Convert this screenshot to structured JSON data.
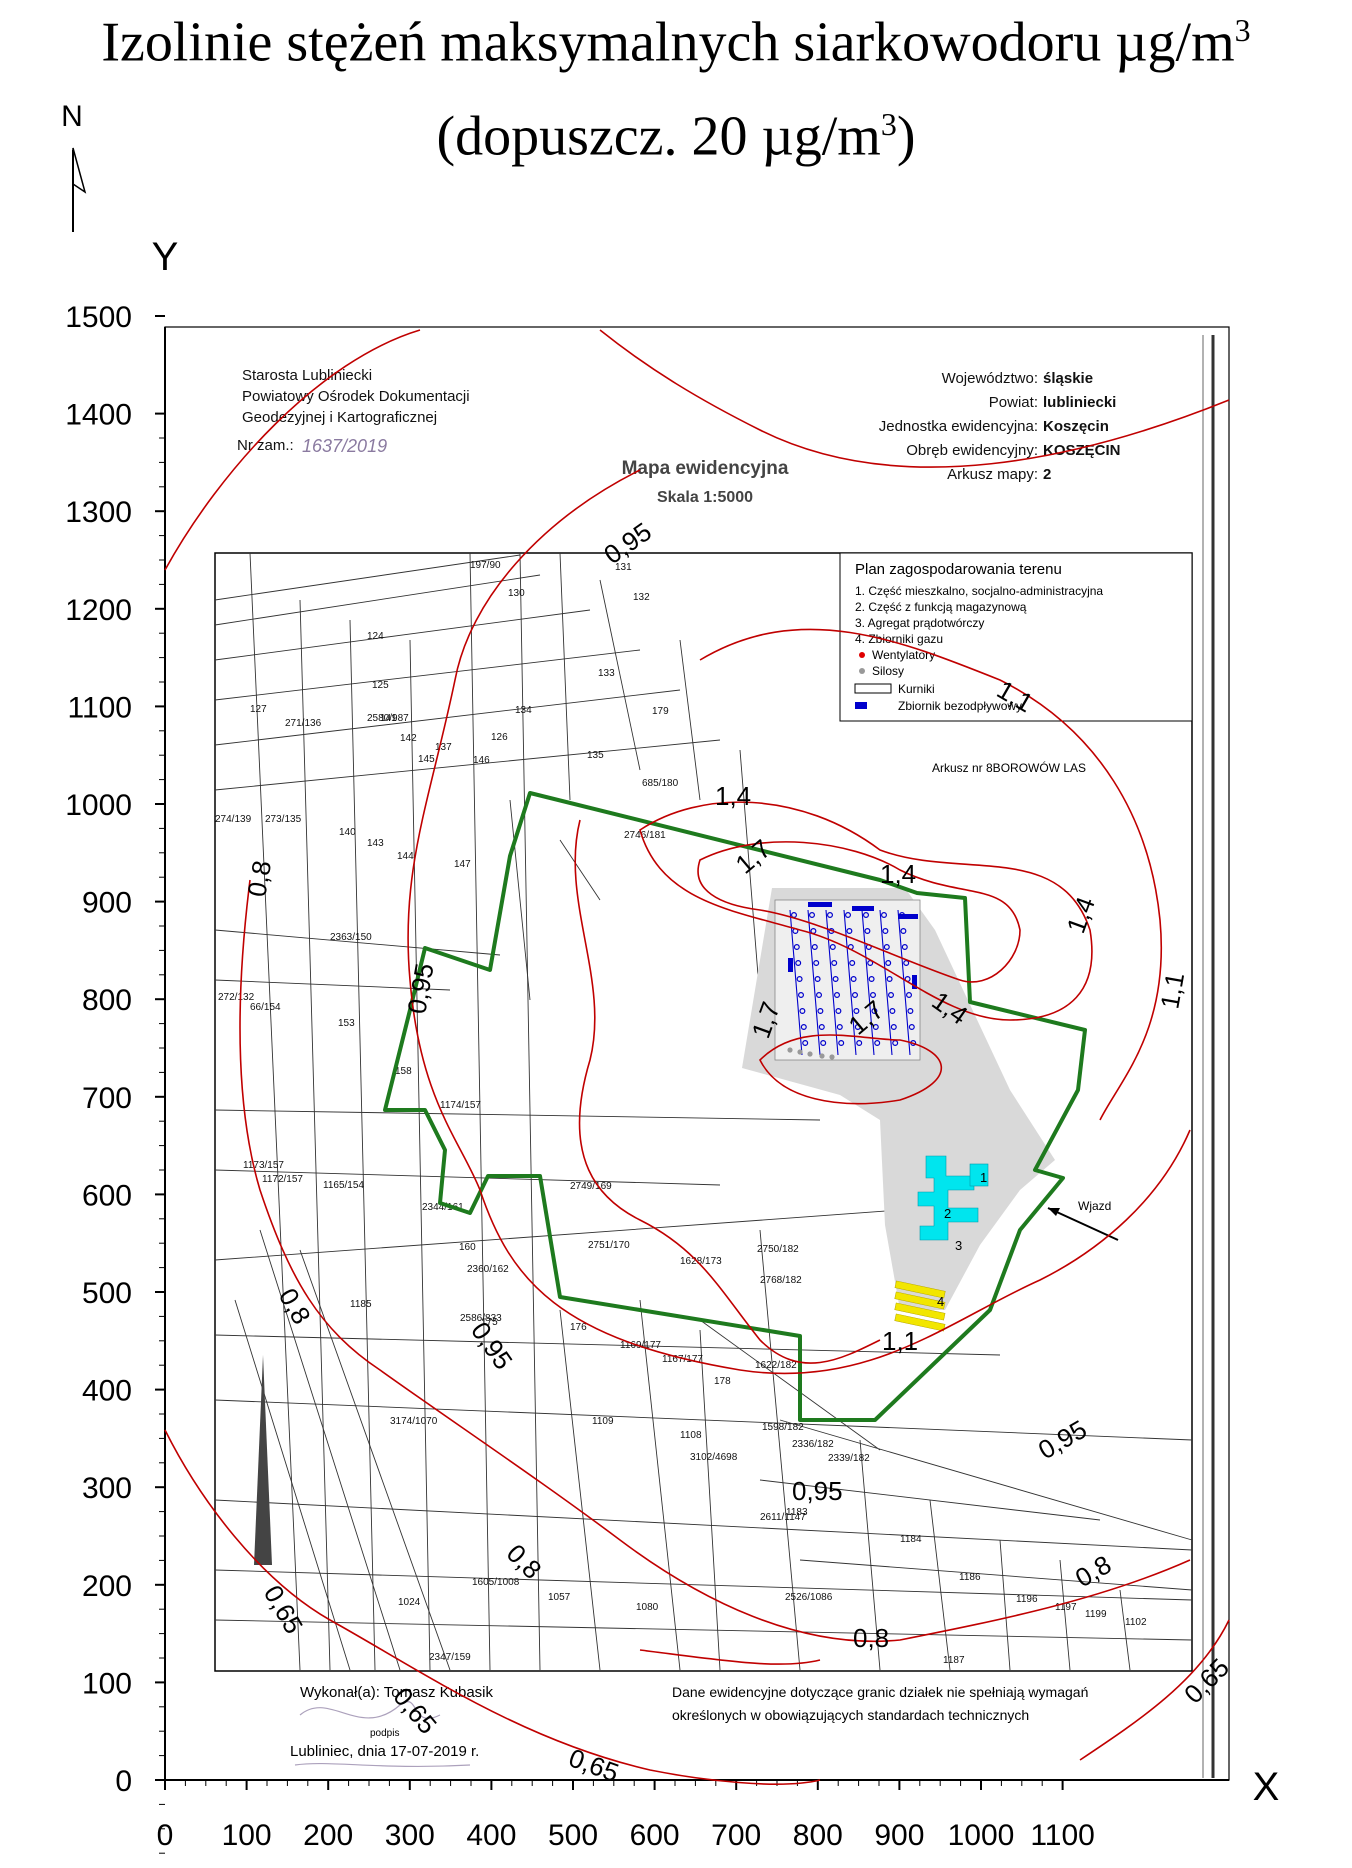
{
  "title_line1": "Izolinie stężeń maksymalnych siarkowodoru µg/m",
  "title_line1_sup": "3",
  "title_line2_a": "(dopuszcz. 20 µg/m",
  "title_line2_sup": "3",
  "title_line2_b": ")",
  "north_label": "N",
  "axis_y_label": "Y",
  "axis_x_label": "X",
  "x_ticks": [
    "0",
    "100",
    "200",
    "300",
    "400",
    "500",
    "600",
    "700",
    "800",
    "900",
    "1000",
    "1100"
  ],
  "y_ticks": [
    "1500",
    "1400",
    "1300",
    "1200",
    "1100",
    "1000",
    "900",
    "800",
    "700",
    "600",
    "500",
    "400",
    "300",
    "200",
    "100",
    "0"
  ],
  "map_header_left": [
    "Starosta Lubliniecki",
    "Powiatowy Ośrodek Dokumentacji",
    "Geodezyjnej i Kartograficznej"
  ],
  "order_no_label": "Nr zam.:",
  "order_no_value": "1637/2019",
  "map_header_right": [
    {
      "label": "Województwo:",
      "value": "śląskie"
    },
    {
      "label": "Powiat:",
      "value": "lubliniecki"
    },
    {
      "label": "Jednostka ewidencyjna:",
      "value": "Koszęcin"
    },
    {
      "label": "Obręb ewidencyjny:",
      "value": "KOSZĘCIN"
    },
    {
      "label": "Arkusz mapy:",
      "value": "2"
    }
  ],
  "map_title": "Mapa ewidencyjna",
  "map_scale": "Skala 1:5000",
  "legend": {
    "title": "Plan zagospodarowania terenu",
    "items": [
      "1. Część mieszkalno, socjalno-administracyjna",
      "2. Część z funkcją magazynową",
      "3. Agregat prądotwórczy",
      "4. Zbiorniki gazu",
      "Wentylatory",
      "Silosy",
      "Kurniki",
      "Zbiornik bezodpływowy"
    ]
  },
  "sheet_note": "Arkusz nr 8BOROWÓW LAS",
  "entrance_label": "Wjazd",
  "footer_made_by": "Wykonał(a): Tomasz Kubasik",
  "footer_signature": "podpis",
  "footer_place_date": "Lubliniec, dnia 17-07-2019 r.",
  "footer_note": [
    "Dane ewidencyjne dotyczące granic działek nie spełniają wymagań",
    "określonych w obowiązujących standardach technicznych"
  ],
  "building_labels": [
    "1",
    "2",
    "3",
    "4"
  ],
  "contour_labels": [
    {
      "text": "0,95"
    },
    {
      "text": "1,1"
    },
    {
      "text": "1,4"
    },
    {
      "text": "1,7"
    },
    {
      "text": "1,4"
    },
    {
      "text": "1,4"
    },
    {
      "text": "1,1"
    },
    {
      "text": "1,4"
    },
    {
      "text": "1,7"
    },
    {
      "text": "1,7"
    },
    {
      "text": "0,8"
    },
    {
      "text": "0,95"
    },
    {
      "text": "0,8"
    },
    {
      "text": "0,95"
    },
    {
      "text": "1,1"
    },
    {
      "text": "0,95"
    },
    {
      "text": "0,95"
    },
    {
      "text": "0,8"
    },
    {
      "text": "0,8"
    },
    {
      "text": "0,8"
    },
    {
      "text": "0,65"
    },
    {
      "text": "0,65"
    },
    {
      "text": "0,65"
    },
    {
      "text": "0,65"
    }
  ],
  "parcel_labels": [
    "197/90",
    "130",
    "131",
    "132",
    "124",
    "125",
    "133",
    "126",
    "134",
    "135",
    "140",
    "143",
    "144",
    "147",
    "2363/150",
    "153",
    "158",
    "160",
    "175",
    "176",
    "179",
    "685/180",
    "2746/181",
    "2749/169",
    "2751/170",
    "1628/173",
    "2750/182",
    "2768/182",
    "1169/177",
    "1167/177",
    "1622/182",
    "178",
    "1598/182",
    "2336/182",
    "2339/182",
    "1184",
    "1186",
    "1187",
    "1196",
    "1197",
    "1199",
    "1102",
    "1080",
    "1057",
    "1605/1008",
    "1024",
    "2347/159",
    "2344/161",
    "2360/162",
    "1174/157",
    "1173/157",
    "1172/157",
    "1165/154",
    "66/154",
    "272/132",
    "274/139",
    "273/135",
    "271/136",
    "127",
    "146",
    "137",
    "145",
    "142",
    "141",
    "2580/987",
    "2586/833",
    "1185",
    "2611/1147",
    "1183",
    "2526/1086",
    "1109",
    "1108",
    "3102/4698",
    "3174/1070"
  ],
  "colors": {
    "contour": "#c00000",
    "boundary": "#1e7a1e",
    "hall": "#0000cc",
    "building": "#00e5ee",
    "gas_tank": "#f2e600",
    "plaza": "#d9d9d9"
  }
}
